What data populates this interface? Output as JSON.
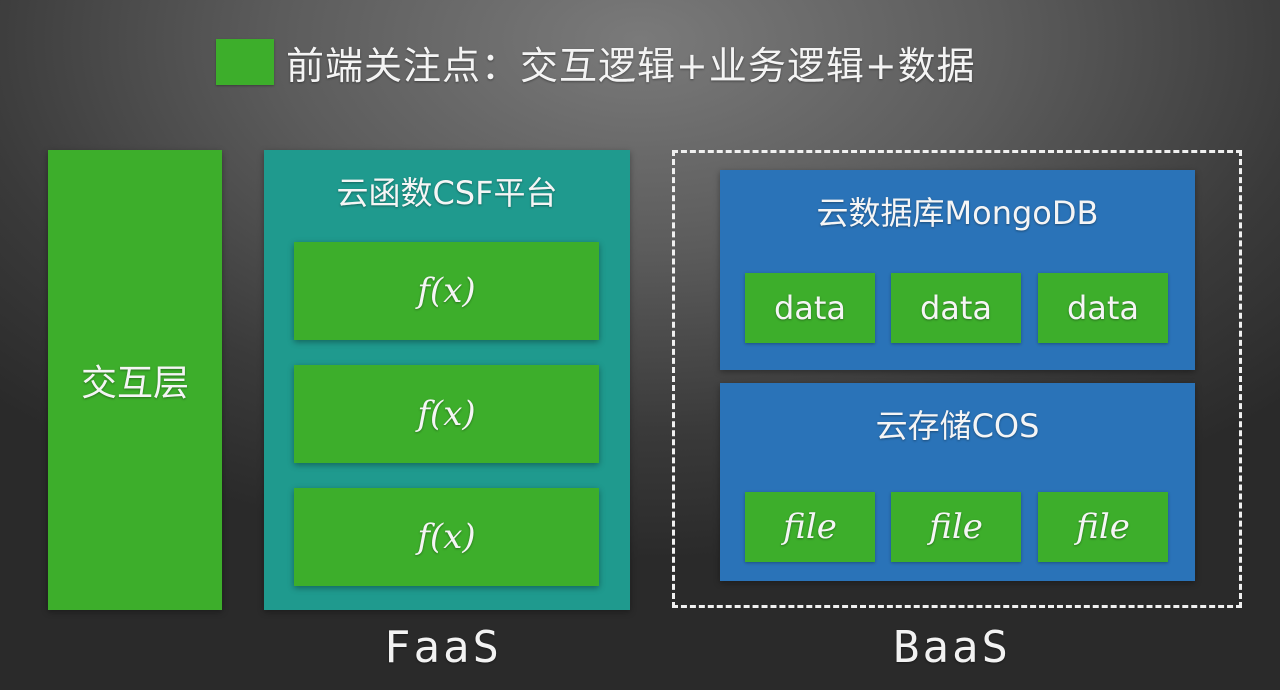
{
  "header": {
    "legend_text": "前端关注点：交互逻辑+业务逻辑+数据",
    "legend_color": "#3dae2b"
  },
  "interaction_layer": {
    "label": "交互层"
  },
  "faas": {
    "platform_title": "云函数CSF平台",
    "functions": [
      "f(x)",
      "f(x)",
      "f(x)"
    ],
    "caption": "FaaS"
  },
  "baas": {
    "database": {
      "title": "云数据库MongoDB",
      "items": [
        "data",
        "data",
        "data"
      ]
    },
    "storage": {
      "title": "云存储COS",
      "items": [
        "file",
        "file",
        "file"
      ]
    },
    "caption": "BaaS"
  },
  "colors": {
    "green": "#3dae2b",
    "teal": "#1f9a8e",
    "blue": "#2a73b8",
    "border": "#f0f0f0"
  }
}
